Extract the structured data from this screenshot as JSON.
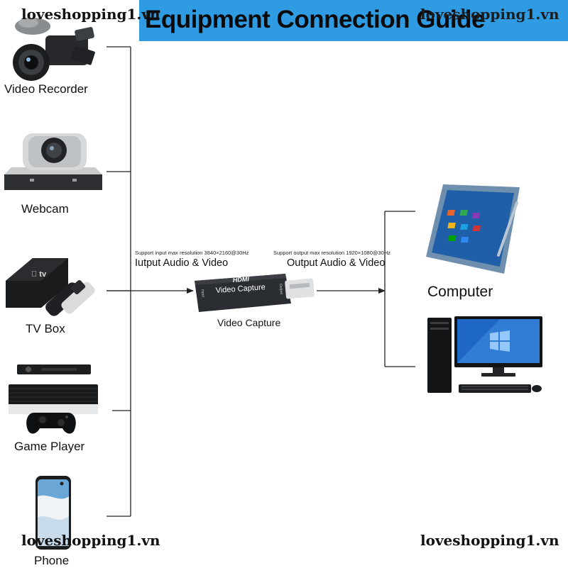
{
  "header": {
    "title": "Equipment Connection Guide"
  },
  "watermarks": {
    "top_left": "loveshopping1.vn",
    "top_right": "loveshopping1.vn",
    "bottom_left": "loveshopping1.vn",
    "bottom_right": "loveshopping1.vn"
  },
  "devices": {
    "video_recorder": "Video Recorder",
    "webcam": "Webcam",
    "tv_box": "TV Box",
    "game_player": "Game Player",
    "phone": "Phone"
  },
  "capture": {
    "input_spec": "Support input max resolution 3840×2160@30Hz",
    "input_label": "Iutput Audio & Video",
    "output_spec": "Support output max resolution 1920×1080@30Hz",
    "output_label": "Output Audio & Video",
    "device_label": "Video Capture",
    "brand": "HDMI",
    "device_text": "Video Capture",
    "port_in": "Input",
    "port_out": "Output"
  },
  "target": {
    "label": "Computer"
  },
  "colors": {
    "header_bg": "#2f9be3",
    "line": "#222222",
    "device_body": "#2a2d31"
  },
  "icons": [
    "camcorder-icon",
    "ptz-webcam-icon",
    "apple-tv-icon",
    "game-console-icon",
    "smartphone-icon",
    "hdmi-capture-dongle-icon",
    "tablet-icon",
    "desktop-pc-icon"
  ]
}
